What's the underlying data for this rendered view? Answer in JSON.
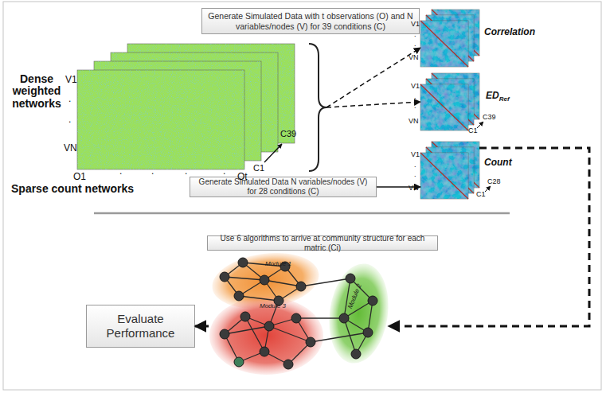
{
  "diagram": {
    "nodes": [
      {
        "text": [
          "Generate Simulated Data with t observations (O) and N variables/nodes (V) for 39 conditions (C)"
        ]
      },
      {
        "text": [
          "Dense weighted networks"
        ]
      },
      {
        "text": [
          "Correlation"
        ]
      },
      {
        "text": [
          "ED",
          "Ref"
        ]
      },
      {
        "text": [
          "Count"
        ]
      },
      {
        "text": [
          "Generate Simulated Data N variables/nodes (V) for 28 conditions (C)"
        ]
      },
      {
        "text": [
          "Use 6 algorithms to arrive at community structure for each matric (Ci)"
        ]
      },
      {
        "text": [
          "Module 1"
        ]
      },
      {
        "text": [
          "Module 2"
        ]
      },
      {
        "text": [
          "Module 3"
        ]
      },
      {
        "text": [
          "Evaluate Performance"
        ]
      }
    ],
    "edges": [
      {
        "from": 1,
        "to": 2,
        "arrow": "to"
      },
      {
        "from": 1,
        "to": 3,
        "arrow": "to"
      },
      {
        "from": 5,
        "to": 4,
        "arrow": "to"
      },
      {
        "from": 4,
        "to": 8,
        "arrow": "to"
      },
      {
        "from": 9,
        "to": 10,
        "arrow": "to"
      }
    ],
    "labels": [
      "V1",
      ".",
      ".",
      "VN",
      "O1",
      ".",
      ".",
      ".",
      ".",
      "Ot",
      "C1",
      "C39",
      "V1",
      ".",
      ".",
      "VN",
      "V1",
      ".",
      ".",
      "VN",
      "C39",
      "C1",
      "V1",
      ".",
      ".",
      "VN",
      "C28",
      "C1",
      "Sparse count networks"
    ]
  }
}
